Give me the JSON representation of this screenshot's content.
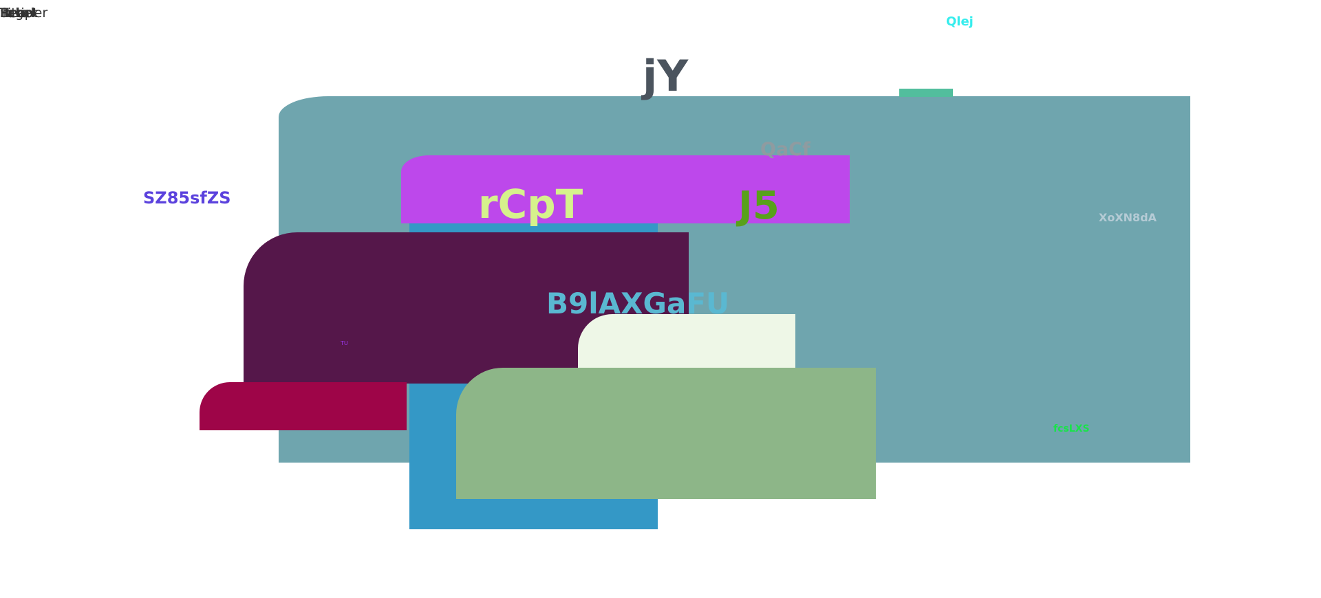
{
  "corner_overlap": {
    "words": [
      "Title",
      "Page",
      "Item",
      "Label",
      "Header",
      "Script"
    ],
    "color": "#333333"
  },
  "texts": {
    "jy": "jY",
    "qlej": "Qlej",
    "qacf": "QaCf",
    "sz85sfzs": "SZ85sfZS",
    "rcpt": "rCpT",
    "j5": "J5",
    "xoxn8da": "XoXN8dA",
    "b9laxgafu": "B9lAXGaFU",
    "tu": "TU",
    "fcsl": "fcsLXS"
  },
  "colors": {
    "teal_panel": "#6fa5ae",
    "tab": "#52be9d",
    "blue_panel": "#3498c6",
    "magenta_panel": "#bd48eb",
    "plum_panel": "#55174a",
    "crimson_panel": "#9e0548",
    "mint_panel": "#eef7e7",
    "sage_panel": "#8db688",
    "jy": "#4b545e",
    "qlej": "#37eded",
    "qacf": "#8f9ba0",
    "sz85sfzs": "#5b42dd",
    "rcpt": "#d6f28c",
    "j5": "#58a11a",
    "xoxn8da": "#b5cbd5",
    "b9laxgafu": "#5ab8d1",
    "tu": "#9a35ea",
    "fcsl": "#19e34a"
  }
}
